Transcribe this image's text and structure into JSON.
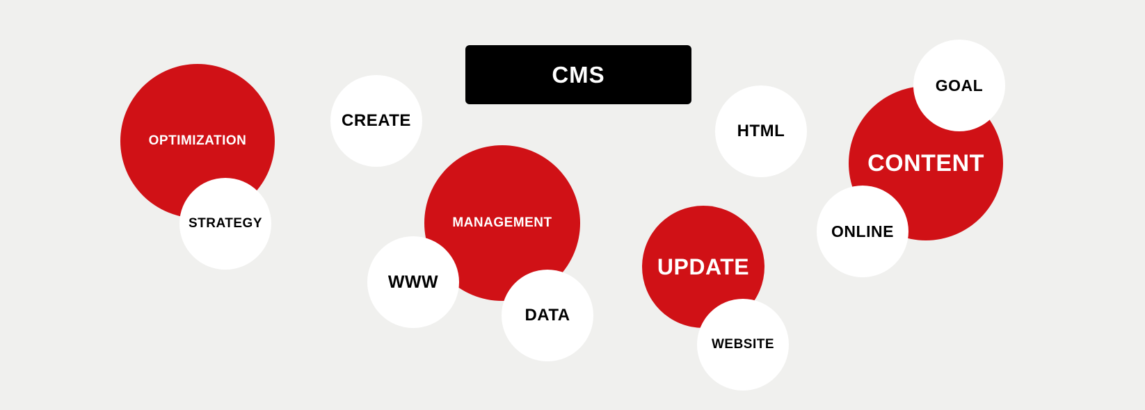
{
  "title": "CMS",
  "colors": {
    "red": "#d01116",
    "white": "#ffffff",
    "background": "#f0f0ee",
    "box": "#000000"
  },
  "bubbles": {
    "optimization": "OPTIMIZATION",
    "strategy": "STRATEGY",
    "create": "CREATE",
    "management": "MANAGEMENT",
    "www": "WWW",
    "data": "DATA",
    "html": "HTML",
    "update": "UPDATE",
    "website": "WEBSITE",
    "content": "CONTENT",
    "goal": "GOAL",
    "online": "ONLINE"
  }
}
